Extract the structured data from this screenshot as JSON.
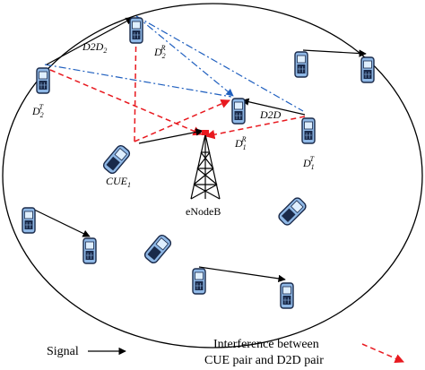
{
  "diagram": {
    "labels": {
      "d2d2": "D2D",
      "d2d2_sub": "2",
      "d2r_main": "D",
      "d2r_sub": "2",
      "d2r_sup": "R",
      "d2t_main": "D",
      "d2t_sub": "2",
      "d2t_sup": "T",
      "d2d1": "D2D",
      "d1r_main": "D",
      "d1r_sub": "1",
      "d1r_sup": "R",
      "d1t_main": "D",
      "d1t_sub": "1",
      "d1t_sup": "T",
      "cue_main": "CUE",
      "cue_sub": "1",
      "enodeb": "eNodeB"
    },
    "legend": {
      "signal": "Signal",
      "interference_line1": "Interference between",
      "interference_line2": "CUE pair and D2D pair"
    },
    "colors": {
      "signal": "#000000",
      "interference": "#e8191f",
      "dashdot": "#1f5fbf",
      "phone_body": "#8fb8e6",
      "phone_dark": "#1a2a4a"
    }
  }
}
